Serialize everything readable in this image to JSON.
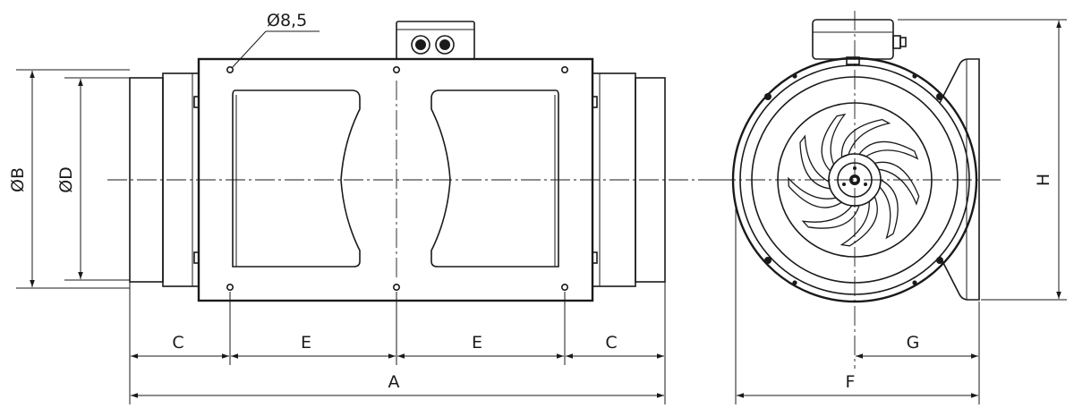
{
  "labels": {
    "hole_diameter": "Ø8,5",
    "dim_B": "ØB",
    "dim_D": "ØD",
    "dim_C_left": "C",
    "dim_E_left": "E",
    "dim_E_right": "E",
    "dim_C_right": "C",
    "dim_A": "A",
    "dim_G": "G",
    "dim_F": "F",
    "dim_H": "H"
  }
}
